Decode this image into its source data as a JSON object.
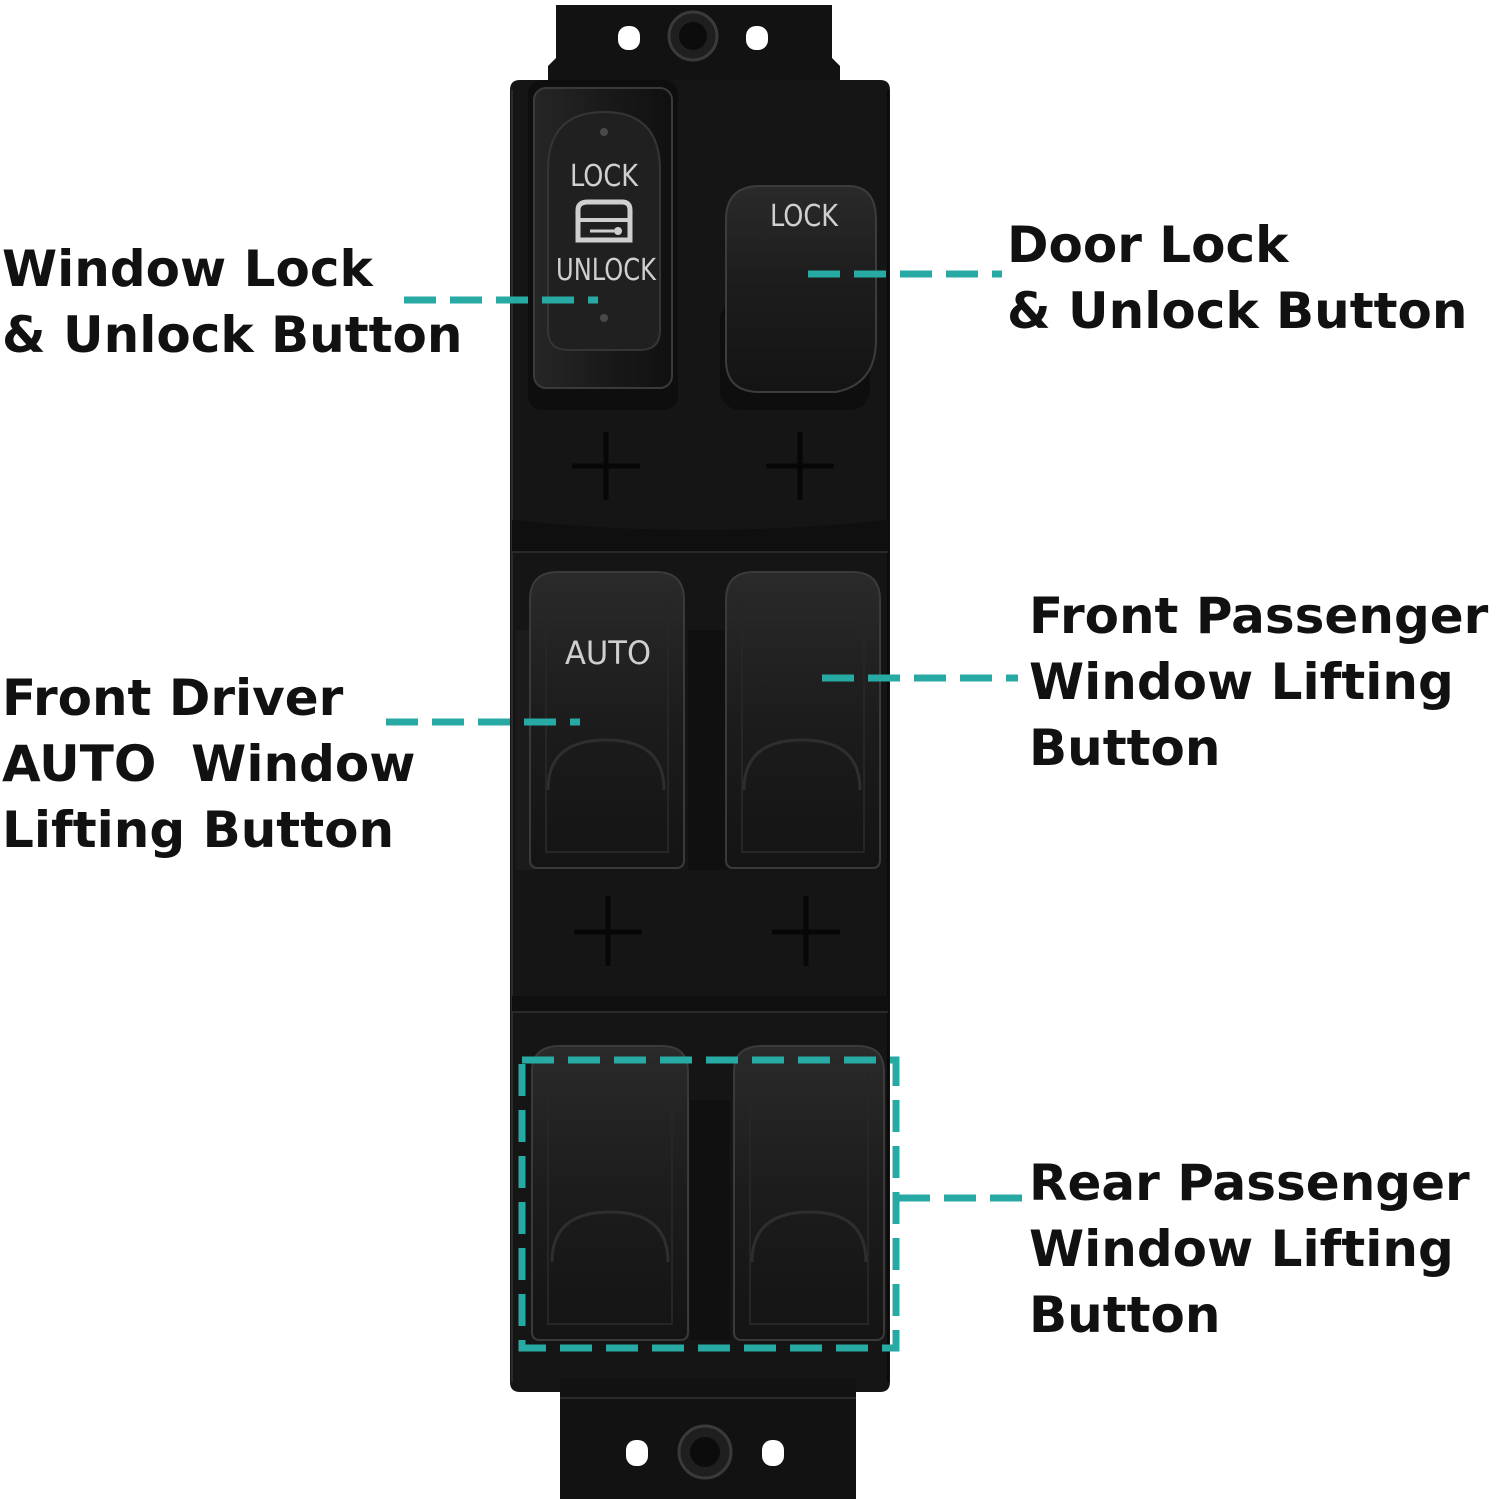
{
  "accent_color": "#27aaa4",
  "switch_color": "#1a1a1a",
  "callouts": {
    "window_lock": {
      "line1": "Window Lock",
      "line2": "& Unlock Button"
    },
    "door_lock": {
      "line1": "Door Lock",
      "line2": "& Unlock Button"
    },
    "front_driver": {
      "line1": "Front Driver",
      "line2": "AUTO  Window",
      "line3": "Lifting Button"
    },
    "front_passenger": {
      "line1": "Front Passenger",
      "line2": "Window Lifting",
      "line3": "Button"
    },
    "rear_passenger": {
      "line1": "Rear Passenger",
      "line2": "Window Lifting",
      "line3": "Button"
    }
  },
  "switch_markings": {
    "window_lock_top": "LOCK",
    "window_lock_bottom": "UNLOCK",
    "door_lock": "LOCK",
    "driver_auto": "AUTO"
  },
  "icons": {
    "door_icon": "car-door-with-key-icon",
    "plus_marks": "plus-sign-icon"
  }
}
